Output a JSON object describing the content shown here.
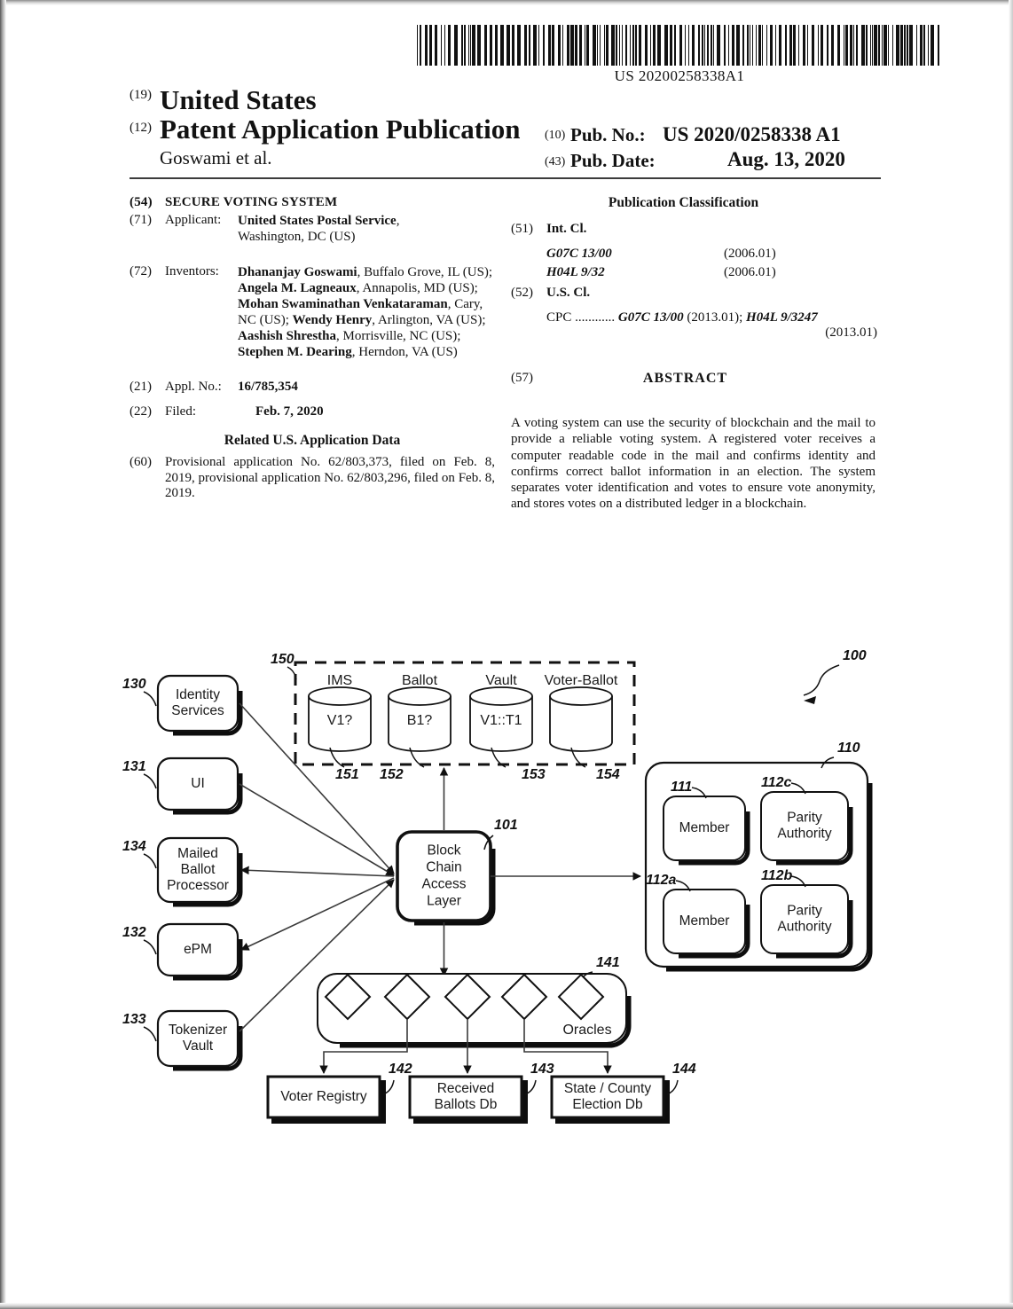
{
  "document": {
    "barcode_number": "US 20200258338A1",
    "kind_19": "(19)",
    "country": "United States",
    "kind_12": "(12)",
    "doc_type": "Patent Application Publication",
    "author_line": "Goswami et al.",
    "pubno_tag": "(10)",
    "pubno_label": "Pub. No.:",
    "pubno_value": "US 2020/0258338 A1",
    "pubdate_tag": "(43)",
    "pubdate_label": "Pub. Date:",
    "pubdate_value": "Aug. 13, 2020"
  },
  "left_column": {
    "title_tag": "(54)",
    "title": "SECURE VOTING SYSTEM",
    "applicant_tag": "(71)",
    "applicant_label": "Applicant:",
    "applicant_name": "United States Postal Service",
    "applicant_address": "Washington, DC (US)",
    "inventors_tag": "(72)",
    "inventors_label": "Inventors:",
    "inventors": [
      {
        "name": "Dhananjay Goswami",
        "address": "Buffalo Grove, IL (US);"
      },
      {
        "name": "Angela M. Lagneaux",
        "address": "Annapolis, MD (US);"
      },
      {
        "name": "Mohan Swaminathan Venkataraman",
        "address": "Cary, NC (US);"
      },
      {
        "name": "Wendy Henry",
        "address": "Arlington, VA (US);"
      },
      {
        "name": "Aashish Shrestha",
        "address": "Morrisville, NC (US);"
      },
      {
        "name": "Stephen M. Dearing",
        "address": "Herndon, VA (US)"
      }
    ],
    "applno_tag": "(21)",
    "applno_label": "Appl. No.:",
    "applno_value": "16/785,354",
    "filed_tag": "(22)",
    "filed_label": "Filed:",
    "filed_value": "Feb. 7, 2020",
    "related_head": "Related U.S. Application Data",
    "related_tag": "(60)",
    "related_text": "Provisional application No. 62/803,373, filed on Feb. 8, 2019, provisional application No. 62/803,296, filed on Feb. 8, 2019."
  },
  "right_column": {
    "pubclass_head": "Publication Classification",
    "intcl_tag": "(51)",
    "intcl_label": "Int. Cl.",
    "intcl_entries": [
      {
        "code": "G07C 13/00",
        "edition": "(2006.01)"
      },
      {
        "code": "H04L 9/32",
        "edition": "(2006.01)"
      }
    ],
    "uscl_tag": "(52)",
    "uscl_label": "U.S. Cl.",
    "cpc_prefix": "CPC ............",
    "cpc_code1": "G07C 13/00",
    "cpc_ed1": "(2013.01);",
    "cpc_code2": "H04L 9/3247",
    "cpc_ed2": "(2013.01)",
    "abstract_tag": "(57)",
    "abstract_title": "ABSTRACT",
    "abstract_text": "A voting system can use the security of blockchain and the mail to provide a reliable voting system. A registered voter receives a computer readable code in the mail and confirms identity and confirms correct ballot information in an election. The system separates voter identification and votes to ensure vote anonymity, and stores votes on a distributed ledger in a blockchain."
  },
  "figure": {
    "system_ref": "100",
    "left_modules": [
      {
        "ref": "130",
        "label_lines": [
          "Identity",
          "Services"
        ]
      },
      {
        "ref": "131",
        "label_lines": [
          "UI"
        ]
      },
      {
        "ref": "134",
        "label_lines": [
          "Mailed",
          "Ballot",
          "Processor"
        ]
      },
      {
        "ref": "132",
        "label_lines": [
          "ePM"
        ]
      },
      {
        "ref": "133",
        "label_lines": [
          "Tokenizer",
          "Vault"
        ]
      }
    ],
    "datastore_group": {
      "ref": "150",
      "stores": [
        {
          "ref": "151",
          "title": "IMS",
          "value": "V1?"
        },
        {
          "ref": "152",
          "title": "Ballot",
          "value": "B1?"
        },
        {
          "ref": "153",
          "title": "Vault",
          "value": "V1::T1"
        },
        {
          "ref": "154",
          "title": "Voter-Ballot",
          "value": ""
        }
      ]
    },
    "access_layer": {
      "ref": "101",
      "label_lines": [
        "Block",
        "Chain",
        "Access",
        "Layer"
      ]
    },
    "blockchain_network": {
      "ref": "110",
      "nodes": [
        {
          "ref": "111",
          "label_lines": [
            "Member"
          ]
        },
        {
          "ref": "112c",
          "label_lines": [
            "Parity",
            "Authority"
          ]
        },
        {
          "ref": "112a",
          "label_lines": [
            "Member"
          ]
        },
        {
          "ref": "112b",
          "label_lines": [
            "Parity",
            "Authority"
          ]
        }
      ]
    },
    "oracles": {
      "ref": "141",
      "label": "Oracles",
      "count": 5
    },
    "databases": [
      {
        "ref": "142",
        "label_lines": [
          "Voter Registry"
        ]
      },
      {
        "ref": "143",
        "label_lines": [
          "Received",
          "Ballots Db"
        ]
      },
      {
        "ref": "144",
        "label_lines": [
          "State / County",
          "Election Db"
        ]
      }
    ]
  }
}
